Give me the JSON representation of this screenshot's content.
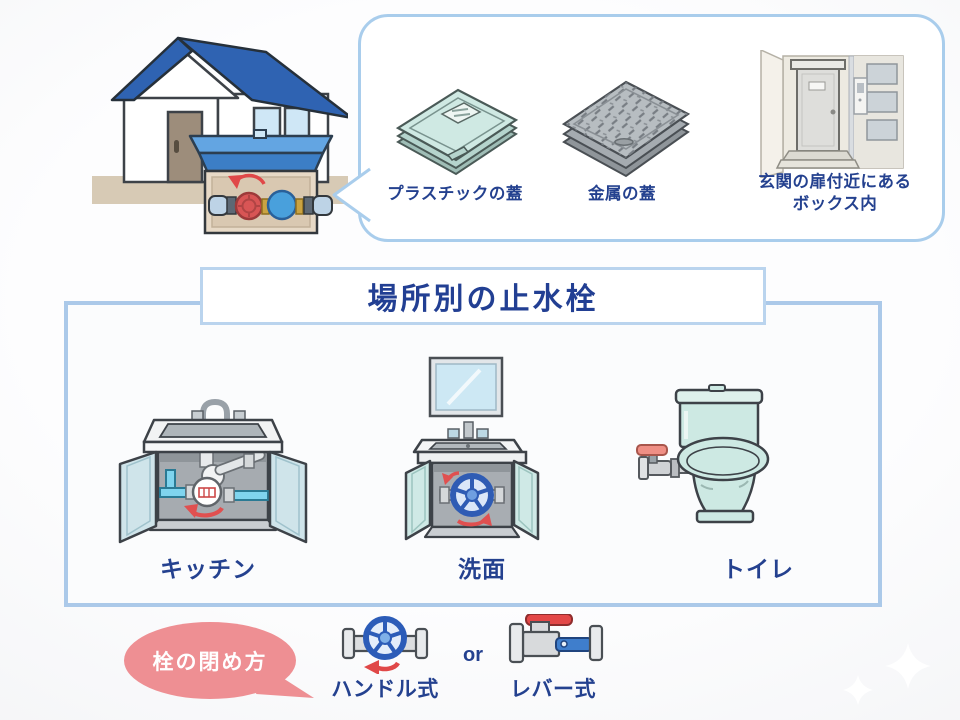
{
  "callout": {
    "items": [
      {
        "label": "プラスチックの蓋"
      },
      {
        "label": "金属の蓋"
      },
      {
        "label": "玄関の扉付近にある\nボックス内"
      }
    ]
  },
  "locations": {
    "title": "場所別の止水栓",
    "items": [
      {
        "label": "キッチン"
      },
      {
        "label": "洗面"
      },
      {
        "label": "トイレ"
      }
    ]
  },
  "closing": {
    "bubble_label": "栓の閉め方",
    "separator": "or",
    "types": [
      {
        "label": "ハンドル式"
      },
      {
        "label": "レバー式"
      }
    ]
  },
  "colors": {
    "callout_border": "#a9cdec",
    "main_box_border": "#abc9e9",
    "title_box_border": "#bad4ee",
    "label_navy": "#24418f",
    "bubble_pink": "#ee8f93",
    "roof_blue": "#2f63b2",
    "meter_lid_blue": "#3c7ec6",
    "water_meter_blue": "#49a0dc",
    "valve_red": "#d85555",
    "arrow_red": "#e05050",
    "pipe_cyan": "#7fd4ee",
    "fixture_teal": "#cde9e3",
    "handle_wheel_blue": "#2c5cb8",
    "lever_red": "#e34848",
    "lever_arm_blue": "#3f7ecc"
  }
}
